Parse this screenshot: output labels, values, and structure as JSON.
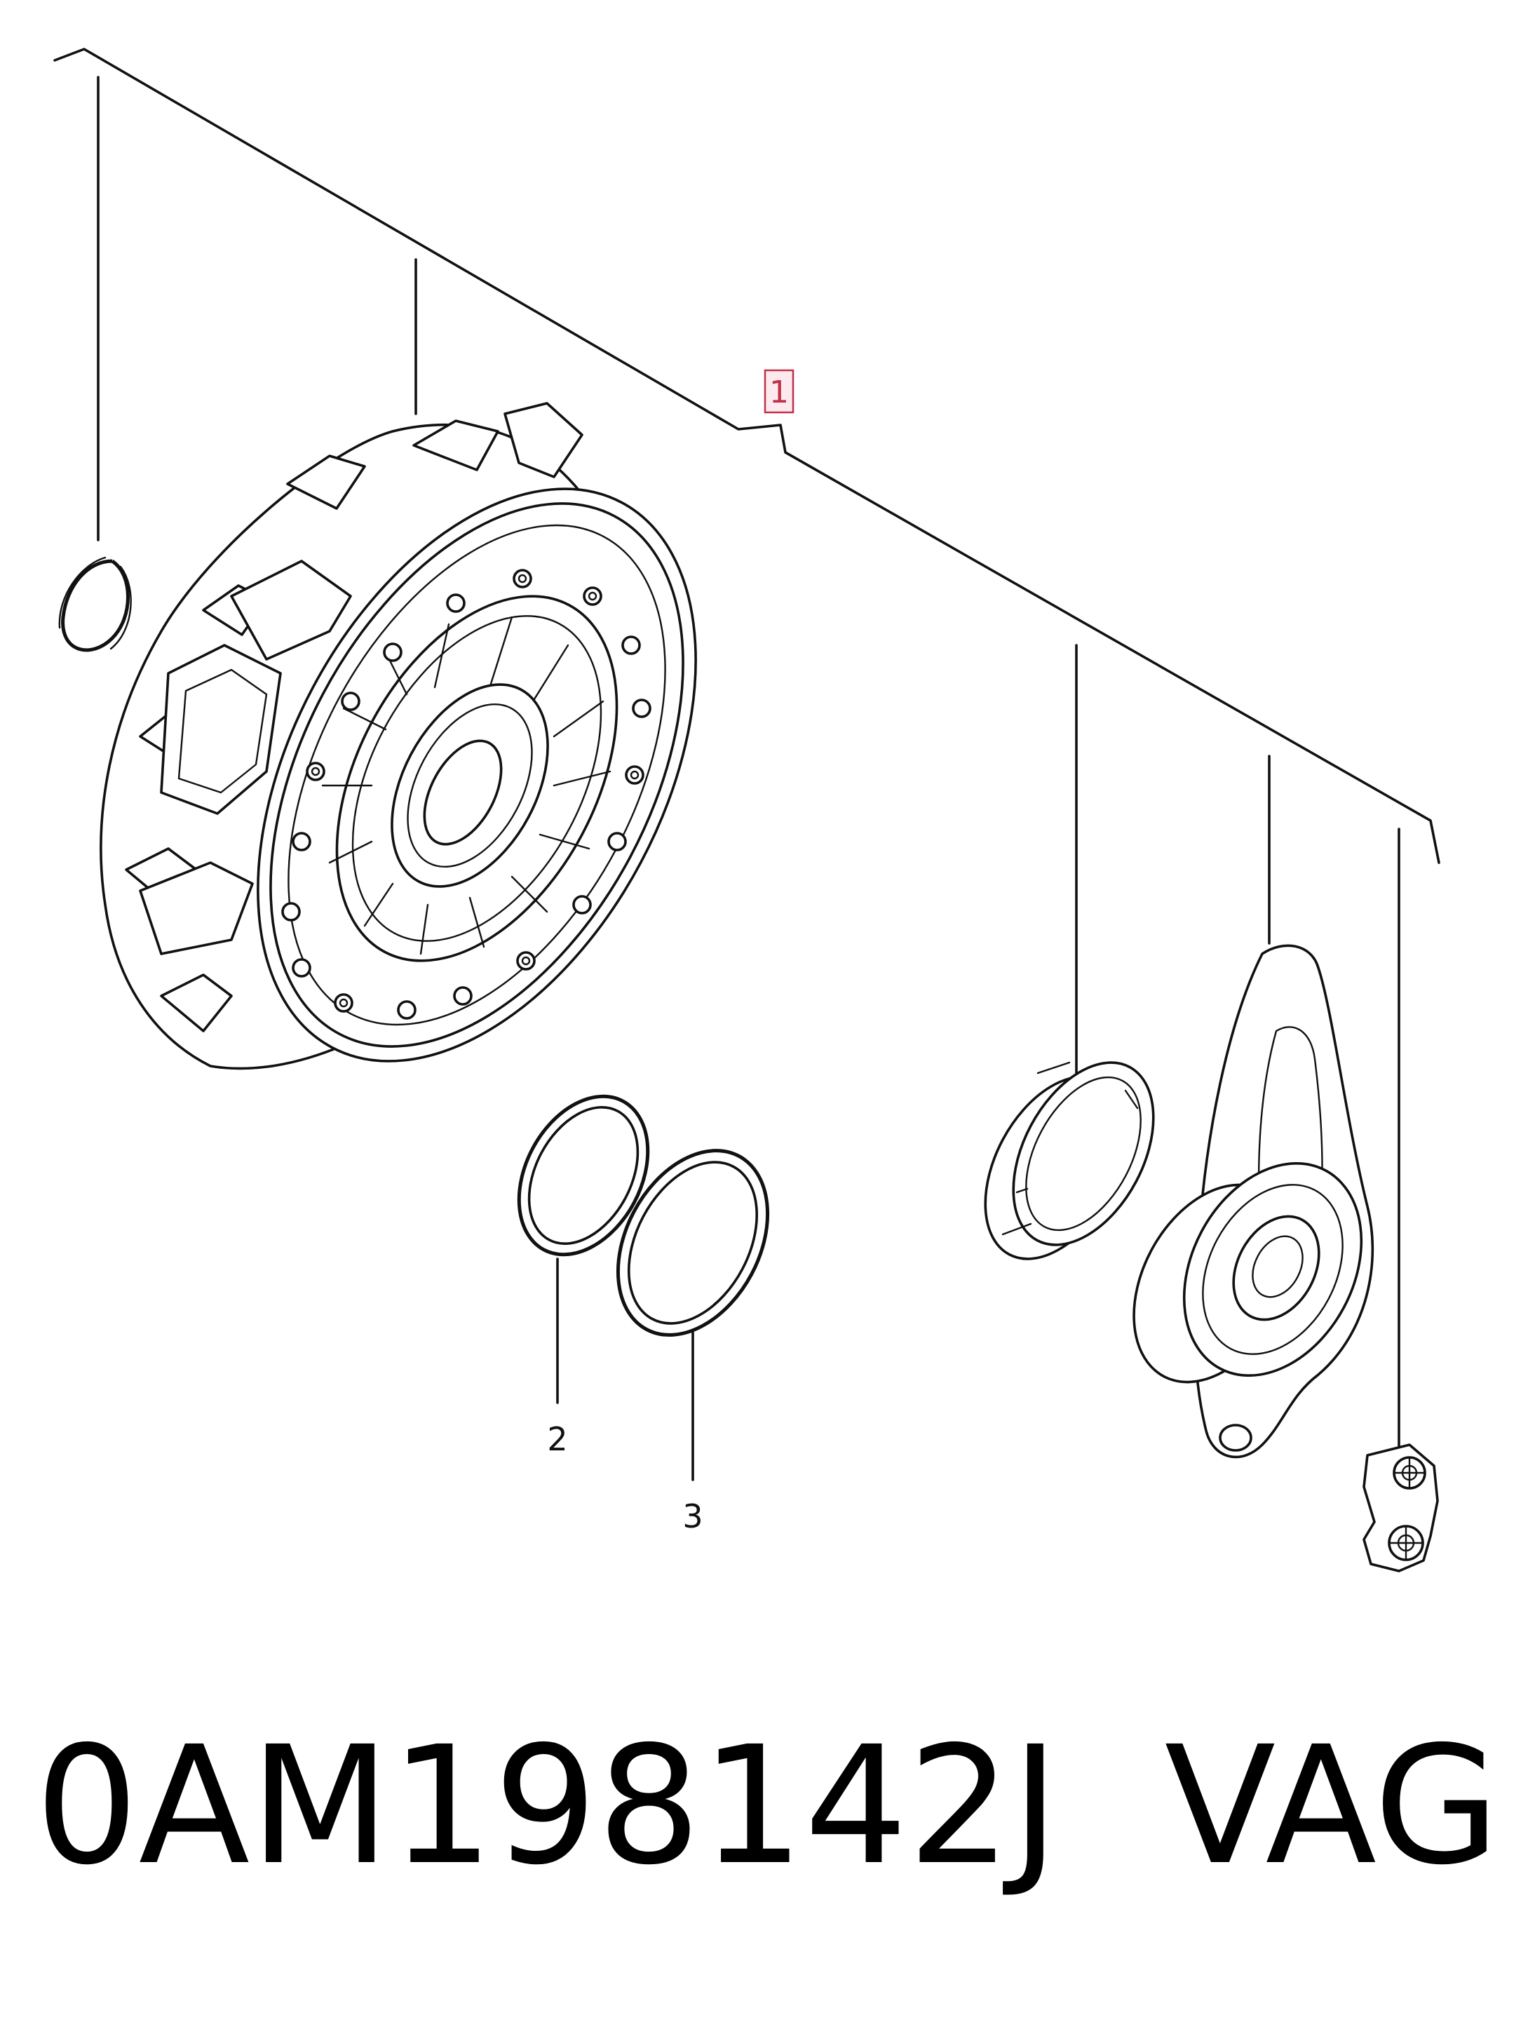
{
  "callouts": {
    "c1": "1",
    "c2": "2",
    "c3": "3"
  },
  "footer": {
    "part_number": "0AM198142J",
    "brand": "VAG"
  }
}
